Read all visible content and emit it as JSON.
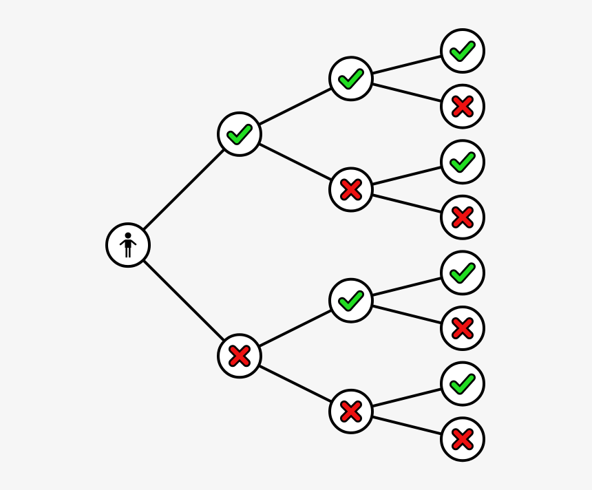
{
  "diagram": {
    "background": "#f6f6f6",
    "colors": {
      "line": "#000000",
      "node_fill": "#ffffff",
      "check": "#22dd22",
      "cross": "#ee1111"
    },
    "root": {
      "icon": "person-icon"
    },
    "tree": [
      {
        "outcome": "check",
        "children": [
          {
            "outcome": "check",
            "children": [
              {
                "outcome": "check"
              },
              {
                "outcome": "cross"
              }
            ]
          },
          {
            "outcome": "cross",
            "children": [
              {
                "outcome": "check"
              },
              {
                "outcome": "cross"
              }
            ]
          }
        ]
      },
      {
        "outcome": "cross",
        "children": [
          {
            "outcome": "check",
            "children": [
              {
                "outcome": "check"
              },
              {
                "outcome": "cross"
              }
            ]
          },
          {
            "outcome": "cross",
            "children": [
              {
                "outcome": "check"
              },
              {
                "outcome": "cross"
              }
            ]
          }
        ]
      }
    ]
  }
}
